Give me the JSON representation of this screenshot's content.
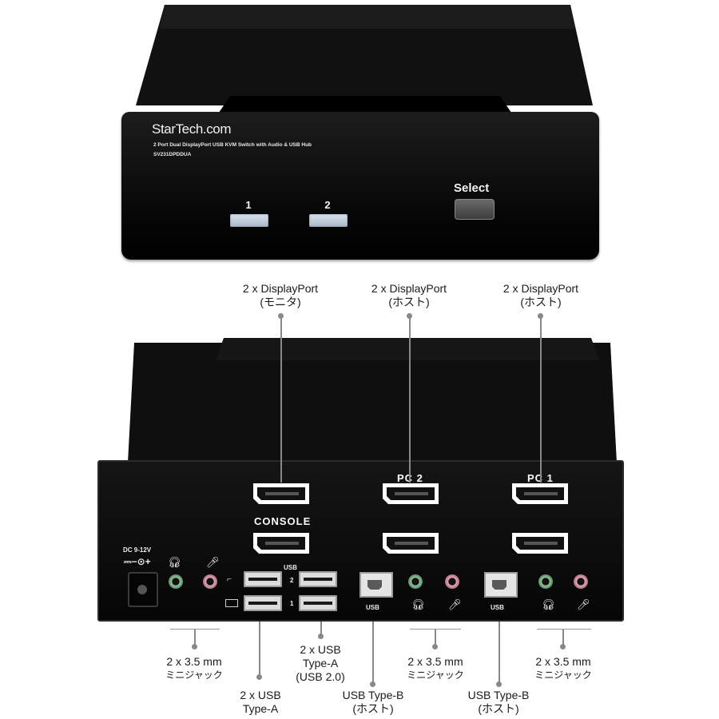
{
  "front": {
    "brand": "StarTech.com",
    "product_line": "2 Port Dual DisplayPort USB KVM Switch with Audio & USB Hub",
    "model": "SV231DPDDUA",
    "port_buttons": [
      {
        "label": "1"
      },
      {
        "label": "2"
      }
    ],
    "select_label": "Select"
  },
  "rear": {
    "console_label": "CONSOLE",
    "pc2_label": "PC 2",
    "pc1_label": "PC 1",
    "dc_label": "DC 9-12V",
    "usb_hub_label": "USB",
    "usb_b_label_1": "USB",
    "usb_b_label_2": "USB",
    "usb_port_1": "1",
    "usb_port_2": "2"
  },
  "callouts_top": [
    {
      "line1": "2 x DisplayPort",
      "line2": "(モニタ)"
    },
    {
      "line1": "2 x DisplayPort",
      "line2": "(ホスト)"
    },
    {
      "line1": "2 x DisplayPort",
      "line2": "(ホスト)"
    }
  ],
  "callouts_bottom": {
    "audio_console": {
      "line1": "2 x 3.5 mm",
      "line2": "ミニジャック"
    },
    "usb_a_console": {
      "line1": "2 x USB",
      "line2": "Type-A"
    },
    "usb_hub": {
      "line1": "2 x USB",
      "line2": "Type-A",
      "line3": "(USB 2.0)"
    },
    "usb_b_pc2": {
      "line1": "USB Type-B",
      "line2": "(ホスト)"
    },
    "audio_pc2": {
      "line1": "2 x 3.5 mm",
      "line2": "ミニジャック"
    },
    "usb_b_pc1": {
      "line1": "USB Type-B",
      "line2": "(ホスト)"
    },
    "audio_pc1": {
      "line1": "2 x 3.5 mm",
      "line2": "ミニジャック"
    }
  },
  "colors": {
    "chassis": "#0a0a0a",
    "led": "#c3cfdc",
    "leader": "#888888",
    "jack_green": "#7fb287",
    "jack_pink": "#d18fa2"
  }
}
